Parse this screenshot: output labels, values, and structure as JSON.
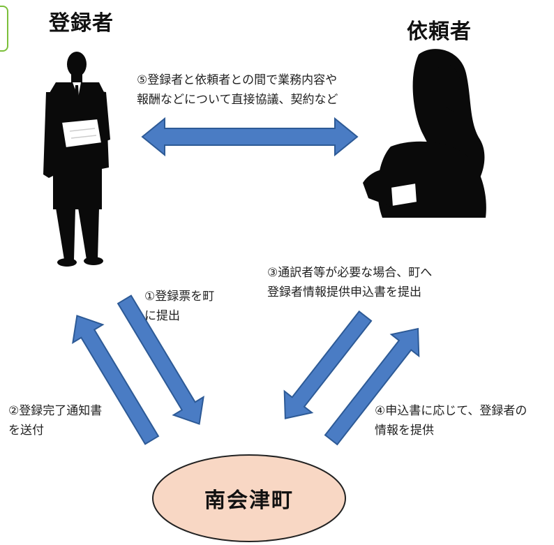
{
  "registrant": {
    "title": "登録者"
  },
  "requester": {
    "title": "依頼者"
  },
  "steps": {
    "step5_line1": "⑤登録者と依頼者との間で業務内容や",
    "step5_line2": "報酬などについて直接協議、契約など",
    "step1_line1": "①登録票を町",
    "step1_line2": "に提出",
    "step2_line1": "②登録完了通知書",
    "step2_line2": "を送付",
    "step3_line1": "③通訳者等が必要な場合、町へ",
    "step3_line2": "登録者情報提供申込書を提出",
    "step4_line1": "④申込書に応じて、登録者の",
    "step4_line2": "情報を提供"
  },
  "town": {
    "label": "南会津町"
  },
  "colors": {
    "arrow_fill": "#4a7cc4",
    "arrow_stroke": "#2d5a96",
    "town_fill": "#f8d7c4",
    "town_stroke": "#222222",
    "silhouette": "#0a0a0a",
    "tab_border": "#7bbf3a"
  },
  "icons": {
    "registrant": "businessman-silhouette-icon",
    "requester": "woman-on-phone-silhouette-icon"
  }
}
